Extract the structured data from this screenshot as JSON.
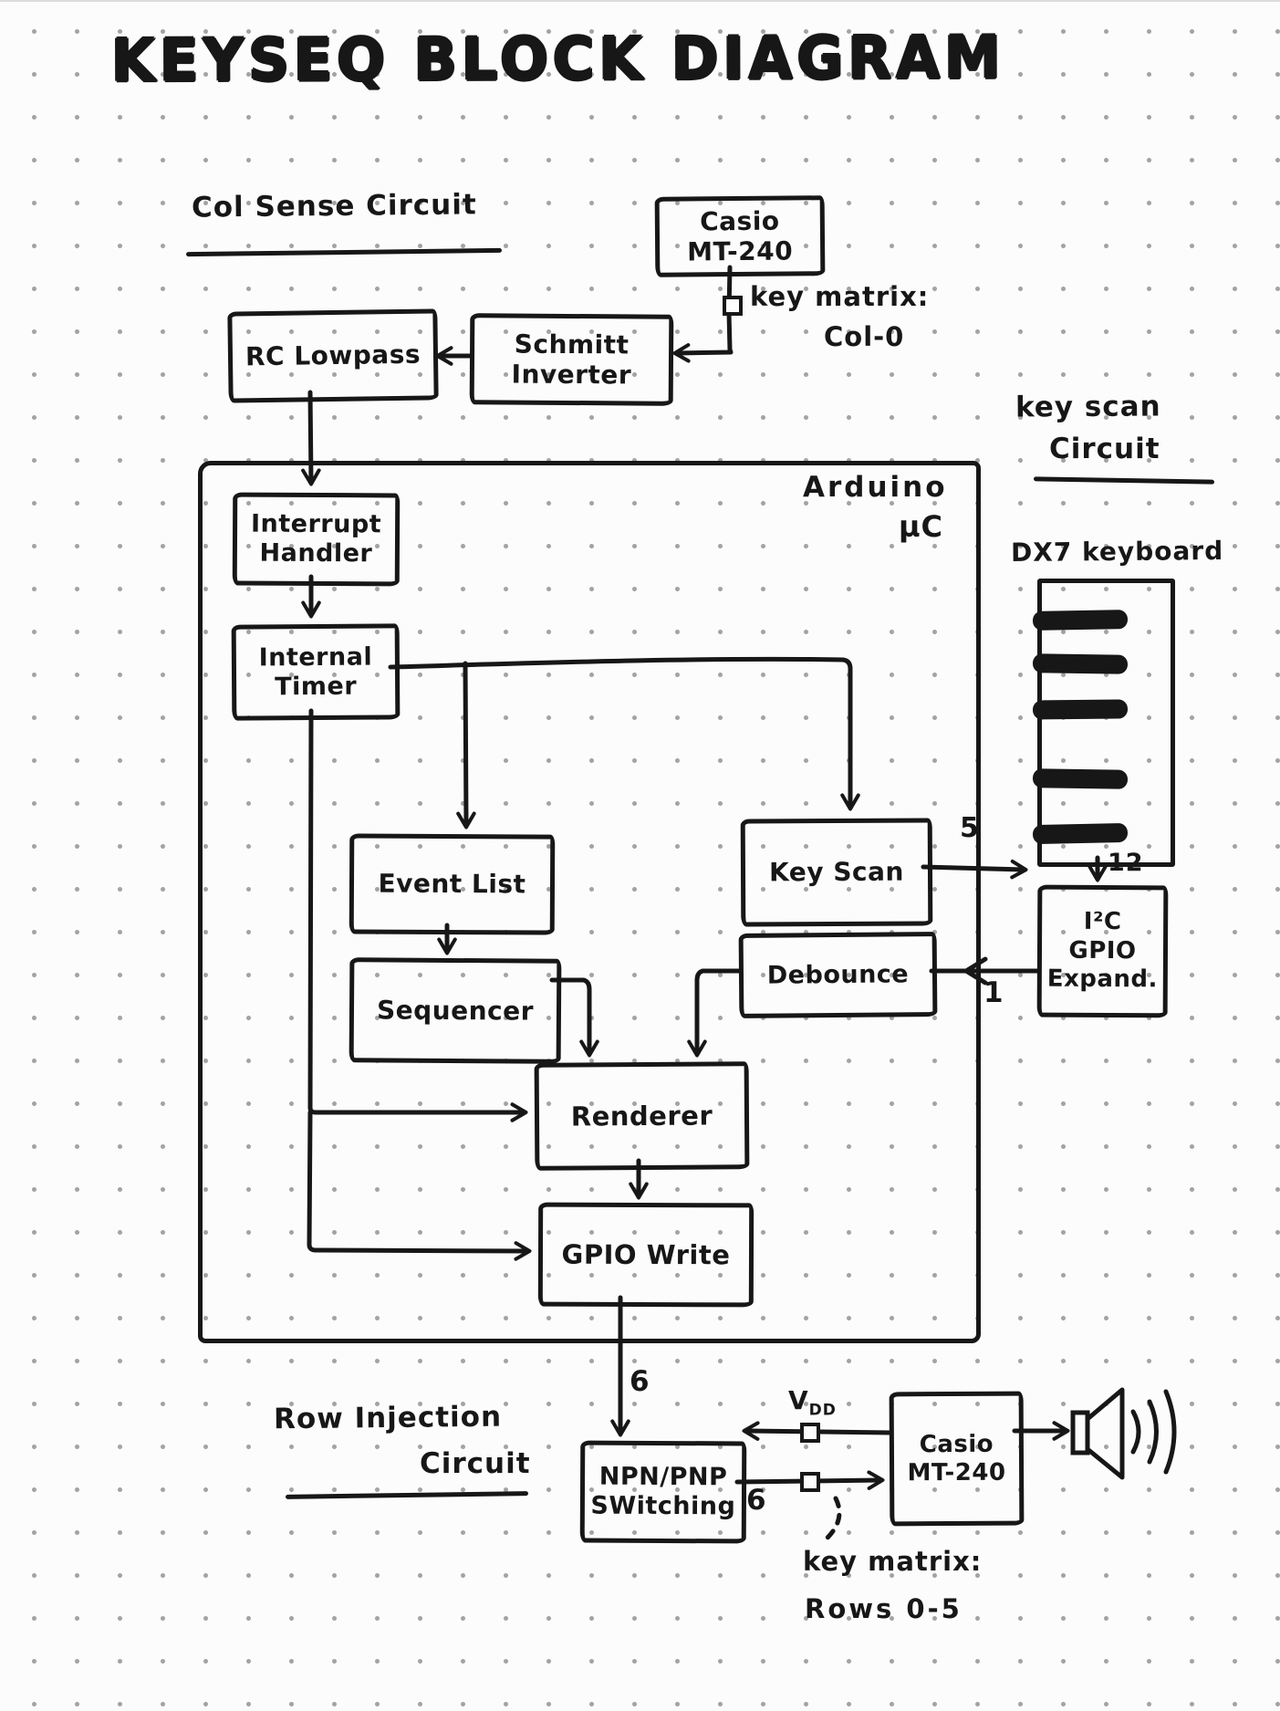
{
  "title": "KEYSEQ BLOCK DIAGRAM",
  "section_labels": {
    "col_sense": "Col Sense Circuit",
    "key_scan": {
      "line1": "key scan",
      "line2": "Circuit"
    },
    "row_injection": {
      "line1": "Row Injection",
      "line2": "Circuit"
    }
  },
  "boxes": {
    "casio_top": {
      "lines": [
        "Casio",
        "MT-240"
      ]
    },
    "rc_lowpass": {
      "lines": [
        "RC Lowpass"
      ]
    },
    "schmitt": {
      "lines": [
        "Schmitt",
        "Inverter"
      ]
    },
    "arduino": {
      "line1": "Arduino",
      "line2": "µC"
    },
    "interrupt_handler": {
      "lines": [
        "Interrupt",
        "Handler"
      ]
    },
    "internal_timer": {
      "lines": [
        "Internal",
        "Timer"
      ]
    },
    "event_list": {
      "lines": [
        "Event List"
      ]
    },
    "key_scan": {
      "lines": [
        "Key Scan"
      ]
    },
    "sequencer": {
      "lines": [
        "Sequencer"
      ]
    },
    "debounce": {
      "lines": [
        "Debounce"
      ]
    },
    "renderer": {
      "lines": [
        "Renderer"
      ]
    },
    "gpio_write": {
      "lines": [
        "GPIO Write"
      ]
    },
    "npn_pnp": {
      "lines": [
        "NPN/PNP",
        "SWitching"
      ]
    },
    "casio_bottom": {
      "lines": [
        "Casio",
        "MT-240"
      ]
    },
    "i2c": {
      "lines": [
        "I²C",
        "GPIO",
        "Expand."
      ]
    },
    "dx7_label": "DX7 keyboard"
  },
  "annotations": {
    "key_matrix_col": {
      "line1": "key matrix:",
      "line2": "Col-0"
    },
    "key_matrix_rows": {
      "line1": "key matrix:",
      "line2": "Rows 0-5"
    },
    "bus_5": "5",
    "bus_12": "12",
    "bus_1": "1",
    "bus_6_gpio": "6",
    "bus_6_rows": "6",
    "vdd": {
      "base": "V",
      "sub": "DD"
    }
  },
  "icons": {
    "speaker": "speaker-icon"
  },
  "colors": {
    "ink": "#171717",
    "paper": "#fcfcfc",
    "grid_dot": "#a3a3a3"
  },
  "edges": [
    {
      "from": "casio_top",
      "to": "schmitt_inverter",
      "label": "key matrix: Col-0"
    },
    {
      "from": "schmitt_inverter",
      "to": "rc_lowpass",
      "label": ""
    },
    {
      "from": "rc_lowpass",
      "to": "interrupt_handler",
      "label": ""
    },
    {
      "from": "interrupt_handler",
      "to": "internal_timer",
      "label": ""
    },
    {
      "from": "internal_timer",
      "to": "event_list",
      "label": ""
    },
    {
      "from": "internal_timer",
      "to": "key_scan",
      "label": ""
    },
    {
      "from": "event_list",
      "to": "sequencer",
      "label": ""
    },
    {
      "from": "sequencer",
      "to": "renderer",
      "label": ""
    },
    {
      "from": "debounce",
      "to": "renderer",
      "label": ""
    },
    {
      "from": "internal_timer",
      "to": "renderer",
      "label": ""
    },
    {
      "from": "internal_timer",
      "to": "gpio_write",
      "label": ""
    },
    {
      "from": "renderer",
      "to": "gpio_write",
      "label": ""
    },
    {
      "from": "gpio_write",
      "to": "npn_pnp",
      "label": "6"
    },
    {
      "from": "key_scan",
      "to": "dx7_keyboard",
      "label": "5"
    },
    {
      "from": "dx7_keyboard",
      "to": "i2c_gpio_expander",
      "label": "12"
    },
    {
      "from": "i2c_gpio_expander",
      "to": "debounce",
      "label": "1"
    },
    {
      "from": "casio_bottom",
      "to": "npn_pnp",
      "label": "VDD"
    },
    {
      "from": "npn_pnp",
      "to": "casio_bottom",
      "label": "6 / key matrix: Rows 0-5"
    },
    {
      "from": "casio_bottom",
      "to": "speaker",
      "label": ""
    }
  ]
}
